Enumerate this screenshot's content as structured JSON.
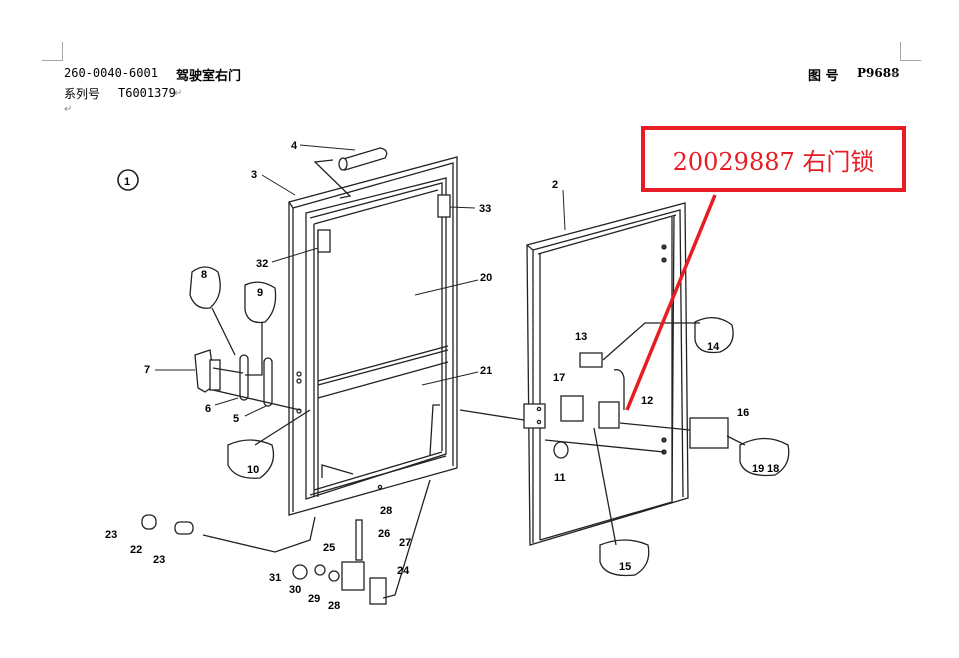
{
  "header": {
    "part_number": "260-0040-6001",
    "title": "驾驶室右门",
    "series_label": "系列号",
    "series_value": "T6001379",
    "figure_label": "图 号",
    "figure_value": "P9688"
  },
  "callout": {
    "text": "20029887  右门锁",
    "color": "#e81c24",
    "target_part": "12"
  },
  "diagram": {
    "view_number": "1",
    "part_labels": [
      "2",
      "3",
      "4",
      "5",
      "6",
      "7",
      "8",
      "9",
      "10",
      "11",
      "12",
      "13",
      "14",
      "15",
      "16",
      "17",
      "18",
      "19",
      "20",
      "21",
      "22",
      "23",
      "23",
      "24",
      "25",
      "26",
      "27",
      "28",
      "28",
      "29",
      "30",
      "31",
      "32",
      "33"
    ],
    "labels": {
      "p2": "2",
      "p3": "3",
      "p4": "4",
      "p5": "5",
      "p6": "6",
      "p7": "7",
      "p8": "8",
      "p9": "9",
      "p10": "10",
      "p11": "11",
      "p12": "12",
      "p13": "13",
      "p14": "14",
      "p15": "15",
      "p16": "16",
      "p17": "17",
      "p18": "18",
      "p19": "19",
      "p20": "20",
      "p21": "21",
      "p22": "22",
      "p23a": "23",
      "p23b": "23",
      "p24": "24",
      "p25": "25",
      "p26": "26",
      "p27": "27",
      "p28a": "28",
      "p28b": "28",
      "p29": "29",
      "p30": "30",
      "p31": "31",
      "p32": "32",
      "p33": "33"
    }
  }
}
